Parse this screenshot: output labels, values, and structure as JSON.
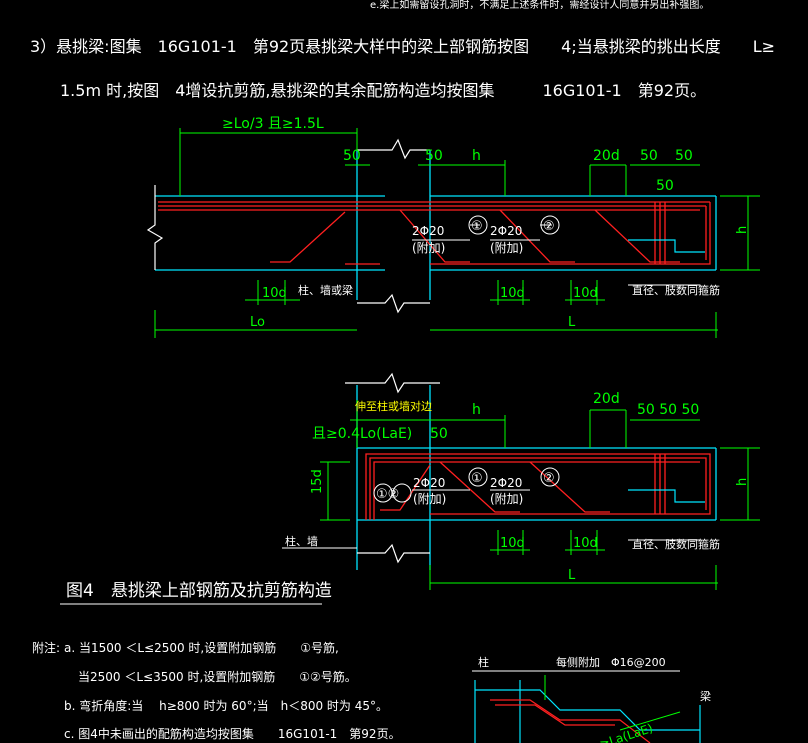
{
  "header": {
    "top_note": "e.梁上如需留设孔洞时，不满足上述条件时，需经设计人同意并另出补强图。",
    "line1": "3）悬挑梁:图集　16G101-1　第92页悬挑梁大样中的梁上部钢筋按图　　4;当悬挑梁的挑出长度　　L≥",
    "line2": "1.5m 时,按图　4增设抗剪筋,悬挑梁的其余配筋构造均按图集　　　16G101-1　第92页。"
  },
  "diagram1": {
    "dim_top": "≥Lo/3 且≥1.5L",
    "d50a": "50",
    "d50b": "50",
    "dh": "h",
    "d20d": "20d",
    "d50c": "50",
    "d50d": "50",
    "d50e": "50",
    "dh_side": "h",
    "circle1": "①",
    "circle2": "②",
    "bar_a": "2Φ20",
    "bar_a_note": "(附加)",
    "bar_b": "2Φ20",
    "bar_b_note": "(附加)",
    "d10a": "10d",
    "d10b": "10d",
    "d10c": "10d",
    "col_label": "柱、墙或梁",
    "stirrup_label": "直径、肢数同箍筋",
    "dim_lo": "Lo",
    "dim_l": "L"
  },
  "diagram2": {
    "anchor_note": "伸至柱或墙对边",
    "anchor_dim": "且≥0.4Lo(LaE)",
    "d50a": "50",
    "dh": "h",
    "d20d": "20d",
    "d50b": "50 50 50",
    "d15d": "15d",
    "circle12": "①②",
    "bar_a": "2Φ20",
    "bar_a_note": "(附加)",
    "circle1": "①",
    "circle2": "②",
    "bar_b": "2Φ20",
    "bar_b_note": "(附加)",
    "d10a": "10d",
    "d10b": "10d",
    "col_label": "柱、墙",
    "stirrup_label": "直径、肢数同箍筋",
    "dim_l": "L",
    "dh_side": "h"
  },
  "figure_title": "图4　悬挑梁上部钢筋及抗剪筋构造",
  "notes": {
    "prefix": "附注:",
    "a1": "a. 当1500 ＜L≤2500 时,设置附加钢筋　　①号筋,",
    "a2": "当2500 ＜L≤3500 时,设置附加钢筋　　①②号筋。",
    "b": "b. 弯折角度:当　 h≥800 时为 60°;当　h＜800 时为 45°。",
    "c": "c. 图4中未画出的配筋构造均按图集　　16G101-1　第92页。"
  },
  "detail": {
    "col": "柱",
    "top": "每侧附加　Φ16@200",
    "beam": "梁",
    "la": "≥La(LaE)"
  },
  "colors": {
    "white": "#ffffff",
    "green": "#00ff00",
    "cyan": "#00e5ff",
    "red": "#ff2020",
    "yellow": "#ffff00"
  }
}
